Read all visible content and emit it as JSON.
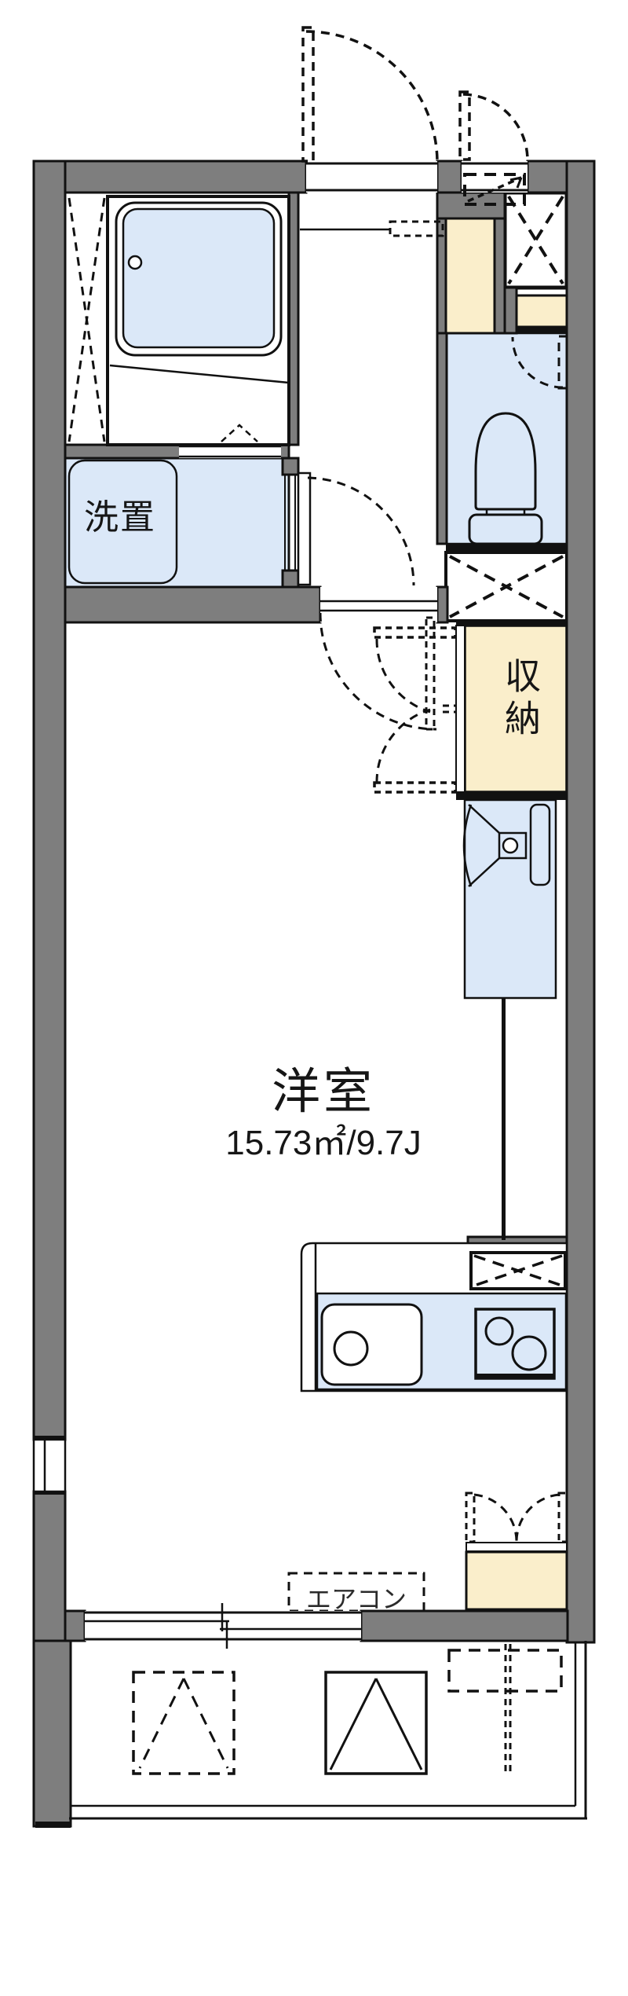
{
  "floorplan": {
    "rooms": {
      "main_room": {
        "label": "洋室",
        "area": "15.73㎡/9.7J"
      },
      "storage": {
        "label": "収納"
      },
      "laundry": {
        "label": "洗置"
      }
    },
    "equipment": {
      "aircon": {
        "label": "エアコン"
      }
    },
    "colors": {
      "wall": "#7e7e7e",
      "water_blue": "#dbe8f8",
      "storage_cream": "#faeecb",
      "line": "#111111",
      "bg": "#ffffff"
    }
  }
}
